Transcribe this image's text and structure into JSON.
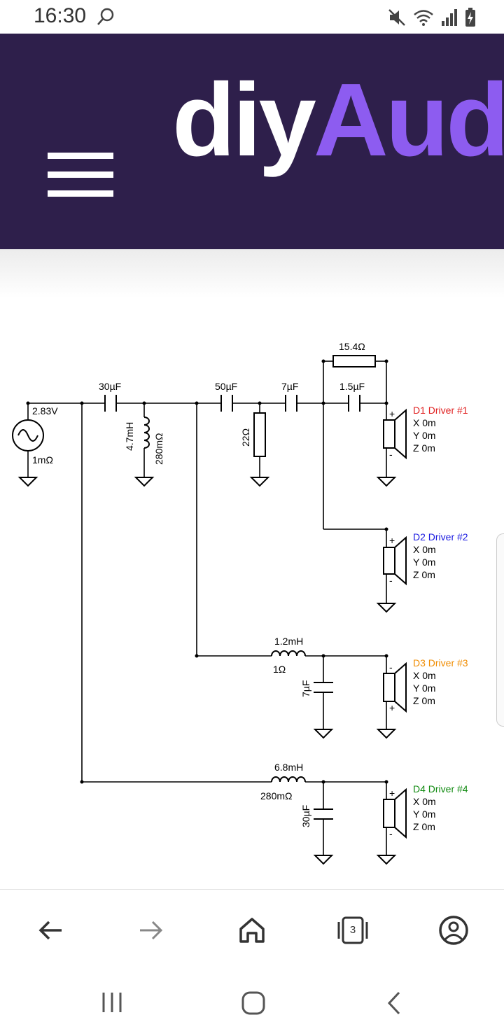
{
  "status_bar": {
    "time": "16:30",
    "icons": [
      "search-icon",
      "mute-icon",
      "wifi-icon",
      "signal-icon",
      "battery-charging-icon"
    ]
  },
  "header": {
    "logo_part1": "diy",
    "logo_part2": "Audi",
    "menu_icon": "hamburger-menu-icon",
    "colors": {
      "background": "#2e1f4b",
      "logo_white": "#ffffff",
      "logo_accent": "#8d5cf0"
    }
  },
  "schematic": {
    "source": {
      "voltage": "2.83V",
      "resistance": "1mΩ"
    },
    "components": {
      "c_30uF_main": "30µF",
      "l_4_7mH": "4.7mH",
      "r_280m_shunt": "280mΩ",
      "c_50uF": "50µF",
      "r_22": "22Ω",
      "c_7uF_series": "7µF",
      "c_1_5uF": "1.5µF",
      "r_15_4": "15.4Ω",
      "l_1_2mH": "1.2mH",
      "r_1": "1Ω",
      "c_7uF_shunt": "7µF",
      "l_6_8mH": "6.8mH",
      "r_280m_series": "280mΩ",
      "c_30uF_shunt": "30µF"
    },
    "drivers": [
      {
        "label": "D1 Driver #1",
        "color": "#e02020",
        "x": "X 0m",
        "y": "Y 0m",
        "z": "Z 0m"
      },
      {
        "label": "D2 Driver #2",
        "color": "#1a1ae0",
        "x": "X 0m",
        "y": "Y 0m",
        "z": "Z 0m"
      },
      {
        "label": "D3 Driver #3",
        "color": "#f08c00",
        "x": "X 0m",
        "y": "Y 0m",
        "z": "Z 0m"
      },
      {
        "label": "D4 Driver #4",
        "color": "#108a10",
        "x": "X 0m",
        "y": "Y 0m",
        "z": "Z 0m"
      }
    ],
    "polarity": {
      "plus": "+",
      "minus": "-"
    }
  },
  "browser_bar": {
    "back_icon": "back-arrow-icon",
    "forward_icon": "forward-arrow-icon",
    "home_icon": "home-icon",
    "tabs_count": "3",
    "profile_icon": "profile-icon"
  },
  "system_nav": {
    "recents_icon": "recents-icon",
    "home_icon": "home-circle-icon",
    "back_icon": "back-chevron-icon"
  }
}
